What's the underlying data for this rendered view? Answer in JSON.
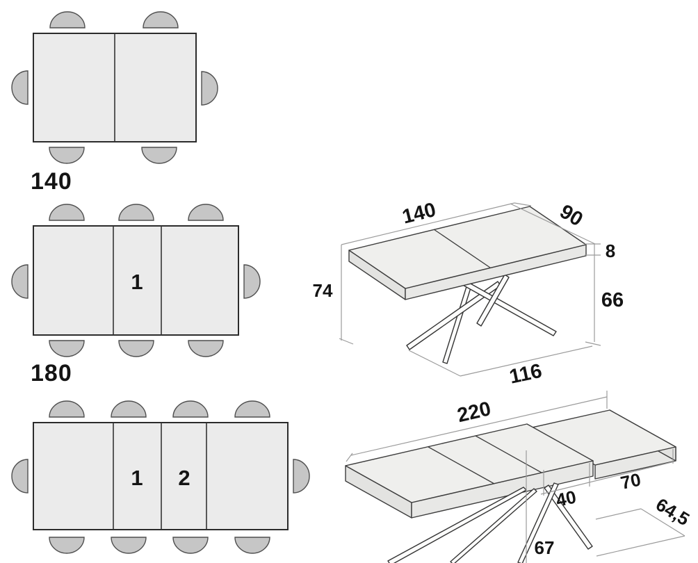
{
  "figure_type": "extendable-table-dimension-diagram",
  "colors": {
    "background": "#ffffff",
    "outline": "#2b2b2b",
    "table_fill": "#ebebeb",
    "chair_fill": "#c6c6c6",
    "dimension_line": "#9b9b9b",
    "label_text": "#141414"
  },
  "plan_views": [
    {
      "name": "closed",
      "size_label": "140",
      "sections": 2,
      "seats": 6,
      "leaf_labels": []
    },
    {
      "name": "one-leaf-extended",
      "size_label": "180",
      "sections": 3,
      "seats": 8,
      "leaf_labels": [
        "1"
      ]
    },
    {
      "name": "two-leaves-extended",
      "sections": 4,
      "seats": 10,
      "leaf_labels": [
        "1",
        "2"
      ]
    }
  ],
  "perspective_views": [
    {
      "name": "closed-table",
      "dims": {
        "length": "140",
        "depth": "90",
        "top_thickness": "8",
        "height": "74",
        "underside_height": "66",
        "base_width": "116"
      }
    },
    {
      "name": "extended-table",
      "dims": {
        "length": "220",
        "mid_extension": "40",
        "end_extension": "70",
        "base_depth": "64,5",
        "base_height": "67"
      }
    }
  ]
}
